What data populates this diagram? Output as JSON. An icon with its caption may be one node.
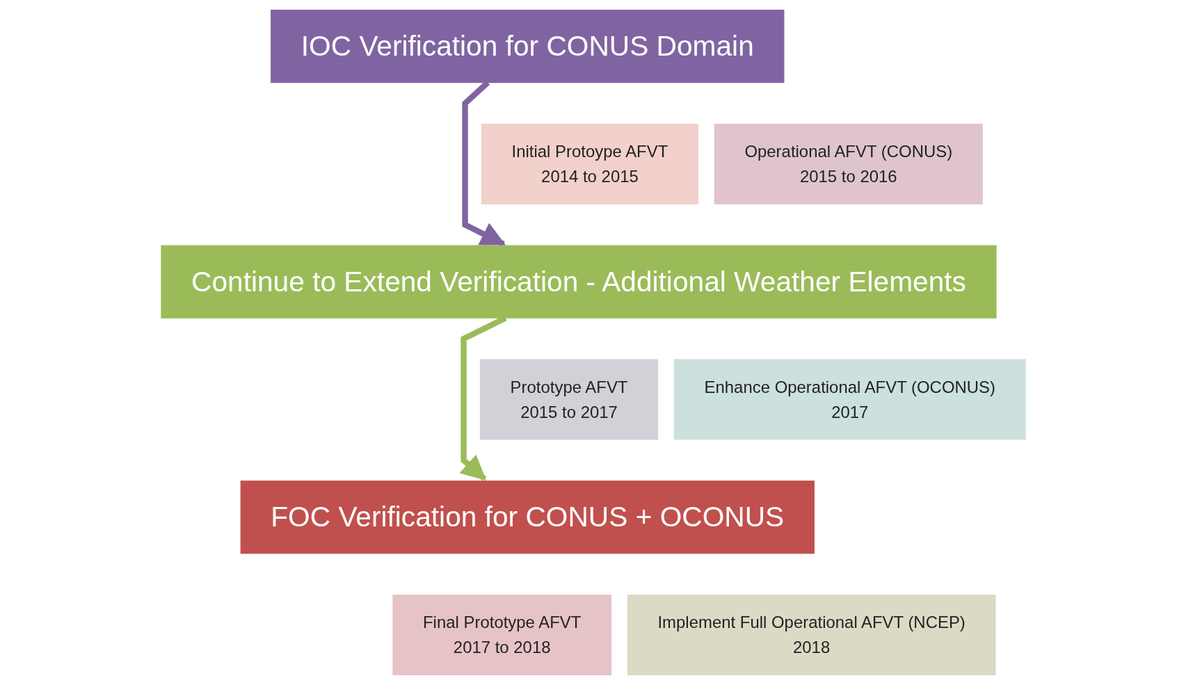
{
  "diagram": {
    "nodes": [
      {
        "text": [
          "IOC Verification for CONUS Domain"
        ]
      },
      {
        "text": [
          "Initial Protoype AFVT",
          "2014 to 2015"
        ]
      },
      {
        "text": [
          "Operational AFVT (CONUS)",
          "2015 to 2016"
        ]
      },
      {
        "text": [
          "Continue to Extend Verification - Additional Weather Elements"
        ]
      },
      {
        "text": [
          "Prototype AFVT",
          "2015 to 2017"
        ]
      },
      {
        "text": [
          "Enhance Operational AFVT (OCONUS)",
          "2017"
        ]
      },
      {
        "text": [
          "FOC Verification for CONUS + OCONUS"
        ]
      },
      {
        "text": [
          "Final Prototype AFVT",
          "2017 to 2018"
        ]
      },
      {
        "text": [
          "Implement Full Operational AFVT (NCEP)",
          "2018"
        ]
      }
    ],
    "edges": [
      {
        "from": 0,
        "to": 3,
        "arrow": "to",
        "color": "#8064a2"
      },
      {
        "from": 3,
        "to": 6,
        "arrow": "to",
        "color": "#9bbb59"
      }
    ]
  }
}
